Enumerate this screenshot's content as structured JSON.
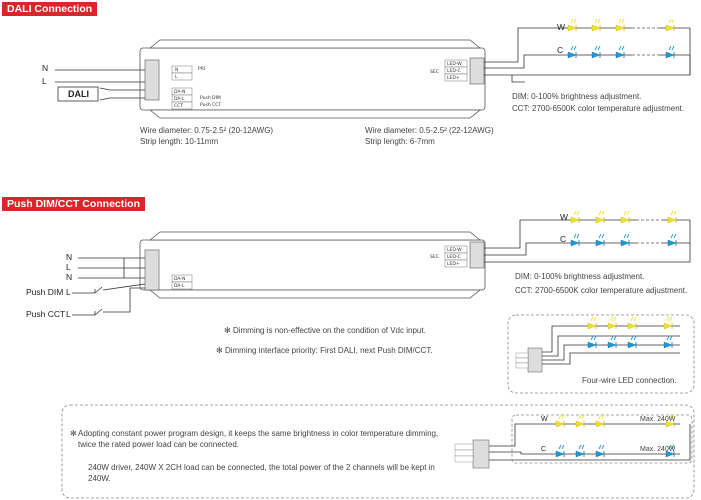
{
  "sections": {
    "dali_title": "DALI Connection",
    "push_title": "Push DIM/CCT Connection"
  },
  "dali": {
    "in_n": "N",
    "in_l": "L",
    "dali_box": "DALI",
    "wire_left_1": "Wire diameter: 0.75-2.5² (20-12AWG)",
    "wire_left_2": "Strip length: 10-11mm",
    "wire_right_1": "Wire diameter: 0.5-2.5² (22-12AWG)",
    "wire_right_2": "Strip length: 6-7mm",
    "note_dim": "DIM: 0-100% brightness adjustment.",
    "note_cct": "CCT: 2700-6500K color temperature adjustment.",
    "ch_w": "W",
    "ch_c": "C"
  },
  "push": {
    "in_n1": "N",
    "in_l": "L",
    "in_n2": "N",
    "push_dim": "Push DIM",
    "push_dim_l": "L",
    "push_cct": "Push CCT",
    "push_cct_l": "L",
    "note_dim": "DIM: 0-100% brightness adjustment.",
    "note_cct": "CCT: 2700-6500K color temperature adjustment.",
    "ch_w": "W",
    "ch_c": "C",
    "note_vdc": "Dimming is non-effective on the condition of Vdc input.",
    "note_priority": "Dimming interface priority: First DALI, next Push DIM/CCT.",
    "fourwire_caption": "Four-wire LED connection."
  },
  "bottom": {
    "note_1": "Adopting constant power program design, it keeps the same brightness in color temperature dimming, twice the rated power load can be connected.",
    "note_2": "240W driver, 240W X 2CH load can be connected, the total power of the 2 channels will be kept in 240W.",
    "max_w": "Max. 240W",
    "max_c": "Max. 240W",
    "ch_w": "W",
    "ch_c": "C"
  },
  "terminals": {
    "in_n": "N",
    "in_l": "L",
    "da_n": "DA-N",
    "da_l": "DA-L",
    "cct": "CCT",
    "led_w": "LED-W",
    "led_c": "LED-C",
    "led_plus": "LED+",
    "sec": "SEC",
    "pri": "PRI",
    "push_dim": "Push DIM",
    "push_cct": "Push CCT"
  },
  "colors": {
    "accent": "#d9262b",
    "warm_led": "#f2e12a",
    "cool_led": "#1c9ad6"
  }
}
